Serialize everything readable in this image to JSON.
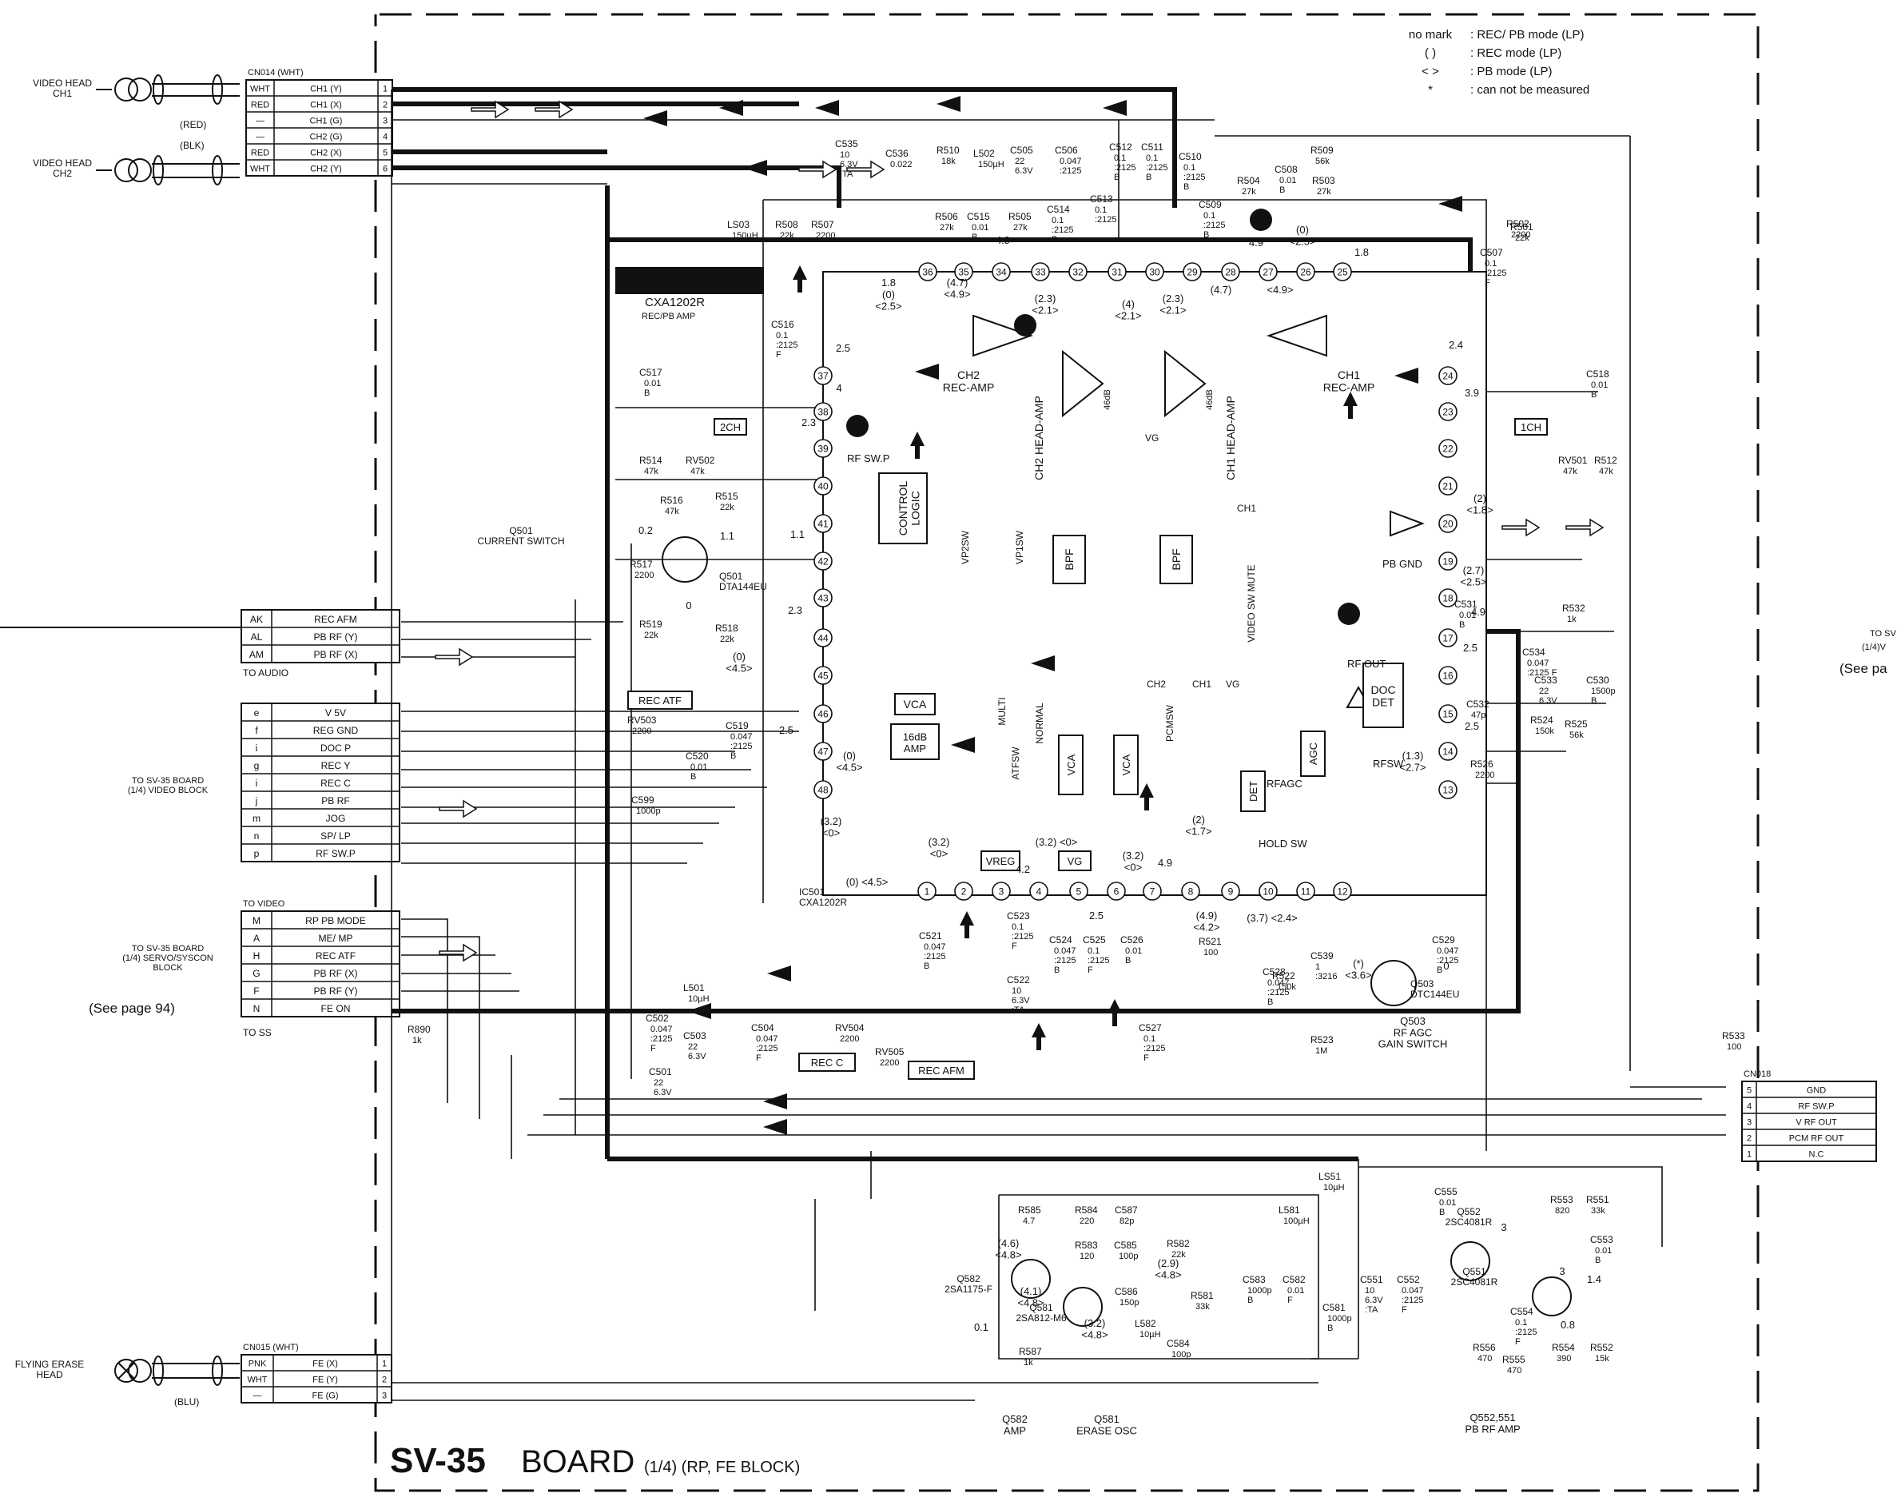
{
  "legend": [
    {
      "mark": "no mark",
      "text": ": REC/ PB mode (LP)"
    },
    {
      "mark": "(   )",
      "text": ": REC mode (LP)"
    },
    {
      "mark": "<   >",
      "text": ": PB mode (LP)"
    },
    {
      "mark": "*",
      "text": ": can not be measured"
    }
  ],
  "title": {
    "board": "SV-35",
    "word": "BOARD",
    "detail": "(1/4) (RP, FE BLOCK)"
  },
  "ic": {
    "name": "IC501",
    "part": "CXA1202R",
    "desc": "REC/PB AMP",
    "bottom_label": "IC501\nCXA1202R"
  },
  "heads": {
    "video_ch1": "VIDEO HEAD\nCH1",
    "video_ch2": "VIDEO HEAD\nCH2",
    "flying_erase": "FLYING ERASE\nHEAD",
    "red": "(RED)",
    "blk": "(BLK)",
    "blu": "(BLU)"
  },
  "cn014": {
    "name": "CN014 (WHT)",
    "rows": [
      {
        "color": "WHT",
        "sig": "CH1 (Y)",
        "pin": "1"
      },
      {
        "color": "RED",
        "sig": "CH1 (X)",
        "pin": "2"
      },
      {
        "color": "—",
        "sig": "CH1 (G)",
        "pin": "3"
      },
      {
        "color": "—",
        "sig": "CH2 (G)",
        "pin": "4"
      },
      {
        "color": "RED",
        "sig": "CH2 (X)",
        "pin": "5"
      },
      {
        "color": "WHT",
        "sig": "CH2 (Y)",
        "pin": "6"
      }
    ]
  },
  "cn015": {
    "name": "CN015 (WHT)",
    "rows": [
      {
        "color": "PNK",
        "sig": "FE (X)",
        "pin": "1"
      },
      {
        "color": "WHT",
        "sig": "FE (Y)",
        "pin": "2"
      },
      {
        "color": "—",
        "sig": "FE (G)",
        "pin": "3"
      }
    ]
  },
  "audio_block": {
    "rows": [
      {
        "pin": "AK",
        "sig": "REC AFM"
      },
      {
        "pin": "AL",
        "sig": "PB RF (Y)"
      },
      {
        "pin": "AM",
        "sig": "PB RF (X)"
      }
    ],
    "to": "TO AUDIO"
  },
  "video_block": {
    "rows": [
      {
        "pin": "e",
        "sig": "V 5V"
      },
      {
        "pin": "f",
        "sig": "REG GND"
      },
      {
        "pin": "i",
        "sig": "DOC P"
      },
      {
        "pin": "g",
        "sig": "REC Y"
      },
      {
        "pin": "i",
        "sig": "REC C"
      },
      {
        "pin": "j",
        "sig": "PB RF"
      },
      {
        "pin": "m",
        "sig": "JOG"
      },
      {
        "pin": "n",
        "sig": "SP/ LP"
      },
      {
        "pin": "p",
        "sig": "RF SW.P"
      }
    ],
    "note": "TO SV-35 BOARD\n(1/4) VIDEO BLOCK"
  },
  "servo_block": {
    "to_top": "TO VIDEO",
    "rows": [
      {
        "pin": "M",
        "sig": "RP PB MODE"
      },
      {
        "pin": "A",
        "sig": "ME/ MP"
      },
      {
        "pin": "H",
        "sig": "REC ATF"
      },
      {
        "pin": "G",
        "sig": "PB RF (X)"
      },
      {
        "pin": "F",
        "sig": "PB RF (Y)"
      },
      {
        "pin": "N",
        "sig": "FE ON"
      }
    ],
    "to_bottom": "TO SS",
    "note": "TO SV-35 BOARD\n(1/4) SERVO/SYSCON\nBLOCK",
    "see": "(See page 94)"
  },
  "cn018": {
    "name": "CN018",
    "rows": [
      {
        "pin": "5",
        "sig": "GND"
      },
      {
        "pin": "4",
        "sig": "RF SW.P"
      },
      {
        "pin": "3",
        "sig": "V RF OUT"
      },
      {
        "pin": "2",
        "sig": "PCM RF OUT"
      },
      {
        "pin": "1",
        "sig": "N.C"
      }
    ]
  },
  "right_edge": {
    "to": "TO SV",
    "sub": "(1/4)V",
    "see": "(See pa"
  },
  "inner_blocks": {
    "ch2_rec_amp": "CH2\nREC-AMP",
    "ch1_rec_amp": "CH1\nREC-AMP",
    "ch2_head_amp": "CH2 HEAD-AMP",
    "ch1_head_amp": "CH1 HEAD-AMP",
    "control_logic": "CONTROL\nLOGIC",
    "vca": "VCA",
    "amp16": "16dB\nAMP",
    "doc_det": "DOC\nDET",
    "agc": "AGC",
    "det": "DET",
    "bpf": "BPF",
    "vreg": "VREG",
    "vg": "VG",
    "rec_atf": "REC ATF",
    "rec_c": "REC C",
    "rec_afm": "REC AFM",
    "ch2_tag": "2CH",
    "ch1_tag": "1CH",
    "db46": "46dB"
  },
  "signal_labels": {
    "rf_swp": "RF SW.P",
    "pb_gnd": "PB GND",
    "rf_out": "RF OUT",
    "rfsw": "RFSW",
    "rfagc": "RFAGC",
    "hold_sw": "HOLD SW",
    "pcmsw": "PCMSW",
    "video_mute": "VIDEO SW MUTE",
    "atfsw": "ATFSW",
    "multi": "MULTI",
    "normal": "NORMAL",
    "vp2sw": "VP2SW",
    "vp1sw": "VP1SW",
    "ch1": "CH1",
    "ch2": "CH2",
    "vg": "VG"
  },
  "transistors": {
    "q501": "Q501\nCURRENT SWITCH",
    "q501_part": "Q501\nDTA144EU",
    "q503": "Q503\nRF AGC\nGAIN SWITCH",
    "q503_part": "Q503\nDTC144EU",
    "q582": "Q582\nAMP",
    "q581": "Q581\nERASE OSC",
    "q552_551": "Q552,551\nPB RF AMP",
    "q582_part": "Q582\n2SA1175-F",
    "q581_part": "Q581\n2SA812-M6",
    "q552_part": "Q552\n2SC4081R",
    "q551_part": "Q551\n2SC4081R"
  },
  "components": [
    {
      "id": "C535",
      "v": "10\n6.3V\n:TA"
    },
    {
      "id": "C536",
      "v": "0.022"
    },
    {
      "id": "R510",
      "v": "18k"
    },
    {
      "id": "L502",
      "v": "150µH"
    },
    {
      "id": "C505",
      "v": "22\n6.3V"
    },
    {
      "id": "C506",
      "v": "0.047\n:2125"
    },
    {
      "id": "C512",
      "v": "0.1\n:2125\nB"
    },
    {
      "id": "C511",
      "v": "0.1\n:2125\nB"
    },
    {
      "id": "C510",
      "v": "0.1\n:2125\nB"
    },
    {
      "id": "R509",
      "v": "56k"
    },
    {
      "id": "C508",
      "v": "0.01\nB"
    },
    {
      "id": "R504",
      "v": "27k"
    },
    {
      "id": "R503",
      "v": "27k"
    },
    {
      "id": "C509",
      "v": "0.1\n:2125\nB"
    },
    {
      "id": "R502",
      "v": "2200"
    },
    {
      "id": "R501",
      "v": "22k"
    },
    {
      "id": "C507",
      "v": "0.1\n:2125\nF"
    },
    {
      "id": "R506",
      "v": "27k"
    },
    {
      "id": "C515",
      "v": "0.01\nB"
    },
    {
      "id": "R505",
      "v": "27k"
    },
    {
      "id": "C514",
      "v": "0.1\n:2125\nB"
    },
    {
      "id": "C513",
      "v": "0.1\n:2125"
    },
    {
      "id": "LS03",
      "v": "150µH"
    },
    {
      "id": "R508",
      "v": "22k"
    },
    {
      "id": "R507",
      "v": "2200"
    },
    {
      "id": "C516",
      "v": "0.1\n:2125\nF"
    },
    {
      "id": "C517",
      "v": "0.01\nB"
    },
    {
      "id": "C518",
      "v": "0.01\nB"
    },
    {
      "id": "R514",
      "v": "47k"
    },
    {
      "id": "RV502",
      "v": "47k"
    },
    {
      "id": "RV501",
      "v": "47k"
    },
    {
      "id": "R512",
      "v": "47k"
    },
    {
      "id": "R516",
      "v": "47k"
    },
    {
      "id": "R515",
      "v": "22k"
    },
    {
      "id": "R517",
      "v": "2200"
    },
    {
      "id": "R519",
      "v": "22k"
    },
    {
      "id": "R518",
      "v": "22k"
    },
    {
      "id": "RV503",
      "v": "2200"
    },
    {
      "id": "C519",
      "v": "0.047\n:2125\nB"
    },
    {
      "id": "C520",
      "v": "0.01\nB"
    },
    {
      "id": "C599",
      "v": "1000p"
    },
    {
      "id": "R532",
      "v": "1k"
    },
    {
      "id": "C531",
      "v": "0.01\nB"
    },
    {
      "id": "C534",
      "v": "0.047\n:2125 F"
    },
    {
      "id": "C533",
      "v": "22\n6.3V"
    },
    {
      "id": "C530",
      "v": "1500p\nB"
    },
    {
      "id": "C532",
      "v": "47p"
    },
    {
      "id": "R524",
      "v": "150k"
    },
    {
      "id": "R525",
      "v": "56k"
    },
    {
      "id": "R526",
      "v": "2200"
    },
    {
      "id": "C521",
      "v": "0.047\n:2125\nB"
    },
    {
      "id": "C523",
      "v": "0.1\n:2125\nF"
    },
    {
      "id": "C522",
      "v": "10\n6.3V\n:TA"
    },
    {
      "id": "C524",
      "v": "0.047\n:2125\nB"
    },
    {
      "id": "C525",
      "v": "0.1\n:2125\nF"
    },
    {
      "id": "C526",
      "v": "0.01\nB"
    },
    {
      "id": "R521",
      "v": "100"
    },
    {
      "id": "C539",
      "v": "1\n:3216"
    },
    {
      "id": "C528",
      "v": "0.047\n:2125\nB"
    },
    {
      "id": "R522",
      "v": "150k"
    },
    {
      "id": "C529",
      "v": "0.047\n:2125\nB"
    },
    {
      "id": "C527",
      "v": "0.1\n:2125\nF"
    },
    {
      "id": "R523",
      "v": "1M"
    },
    {
      "id": "L501",
      "v": "10µH"
    },
    {
      "id": "C502",
      "v": "0.047\n:2125\nF"
    },
    {
      "id": "C503",
      "v": "22\n6.3V"
    },
    {
      "id": "C504",
      "v": "0.047\n:2125\nF"
    },
    {
      "id": "C501",
      "v": "22\n6.3V"
    },
    {
      "id": "RV504",
      "v": "2200"
    },
    {
      "id": "RV505",
      "v": "2200"
    },
    {
      "id": "R890",
      "v": "1k"
    },
    {
      "id": "R533",
      "v": "100"
    },
    {
      "id": "R585",
      "v": "4.7"
    },
    {
      "id": "R584",
      "v": "220"
    },
    {
      "id": "C587",
      "v": "82p"
    },
    {
      "id": "R583",
      "v": "120"
    },
    {
      "id": "C585",
      "v": "100p"
    },
    {
      "id": "R582",
      "v": "22k"
    },
    {
      "id": "C586",
      "v": "150p"
    },
    {
      "id": "L582",
      "v": "10µH"
    },
    {
      "id": "R581",
      "v": "33k"
    },
    {
      "id": "C584",
      "v": "100p"
    },
    {
      "id": "R587",
      "v": "1k"
    },
    {
      "id": "C583",
      "v": "1000p\nB"
    },
    {
      "id": "C582",
      "v": "0.01\nF"
    },
    {
      "id": "L581",
      "v": "100µH"
    },
    {
      "id": "LS51",
      "v": "10µH"
    },
    {
      "id": "C581",
      "v": "1000p\nB"
    },
    {
      "id": "C551",
      "v": "10\n6.3V\n:TA"
    },
    {
      "id": "C552",
      "v": "0.047\n:2125\nF"
    },
    {
      "id": "C555",
      "v": "0.01\nB"
    },
    {
      "id": "R553",
      "v": "820"
    },
    {
      "id": "R551",
      "v": "33k"
    },
    {
      "id": "C553",
      "v": "0.01\nB"
    },
    {
      "id": "C554",
      "v": "0.1\n:2125\nF"
    },
    {
      "id": "R556",
      "v": "470"
    },
    {
      "id": "R555",
      "v": "470"
    },
    {
      "id": "R554",
      "v": "390"
    },
    {
      "id": "R552",
      "v": "15k"
    }
  ],
  "voltages": {
    "pin36": "1.8",
    "pin36b": "(0)\n<2.5>",
    "pin34": "4.9",
    "pin33": "(4.7)\n<4.9>",
    "pin32": "(2.3)\n<2.1>",
    "pin30": "(4)\n<2.1>",
    "pin29": "(2.3)\n<2.1>",
    "pin28": "(4.7)",
    "pin27": "4.9",
    "pin27b": "<4.9>",
    "pin26": "(0)\n<2.5>",
    "pin25": "1.8",
    "pin37": "2.5",
    "pin38": "4",
    "pin39": "2.3",
    "pin24": "2.4",
    "pin23": "3.9",
    "pin20": "(2)\n<1.8>",
    "pin18": "(2.7)\n<2.5>",
    "pin17": "4.9",
    "pin16": "2.5",
    "pin14": "2.5",
    "pin14b": "(1.3)\n<2.7>",
    "q501_b": "0.2",
    "q501_e": "1.1",
    "pin41": "1.1",
    "q501_c": "0",
    "pin43": "2.3",
    "pin45": "(0)\n<4.5>",
    "pin46": "2.5",
    "pin47": "(0)\n<4.5>",
    "pin48": "(3.2)\n<0>",
    "pin1": "(0) <4.5>",
    "pin2": "(3.2)\n<0>",
    "pin4": "4.2",
    "pin4b": "(3.2) <0>",
    "pin5": "2.5",
    "pin7": "(3.2)\n<0>",
    "pin8": "4.9",
    "pin8b": "(2)\n<1.7>",
    "pin9": "(4.9)\n<4.2>",
    "pin10": "(3.7) <2.4>",
    "q503_b": "(*)\n<3.6>",
    "q503_c": "0",
    "q582_e": "(4.6)\n<4.8>",
    "q582_b": "(4.1)\n<4.8>",
    "q582_c": "0.1",
    "q581_e": "(3.2)\n<4.8>",
    "r582v": "(2.9)\n<4.8>",
    "q552_b": "3",
    "q551_b": "3",
    "q551_e": "0.8",
    "q551_c": "1.4"
  },
  "numbered_marks": [
    "1",
    "2",
    "2",
    "3"
  ]
}
